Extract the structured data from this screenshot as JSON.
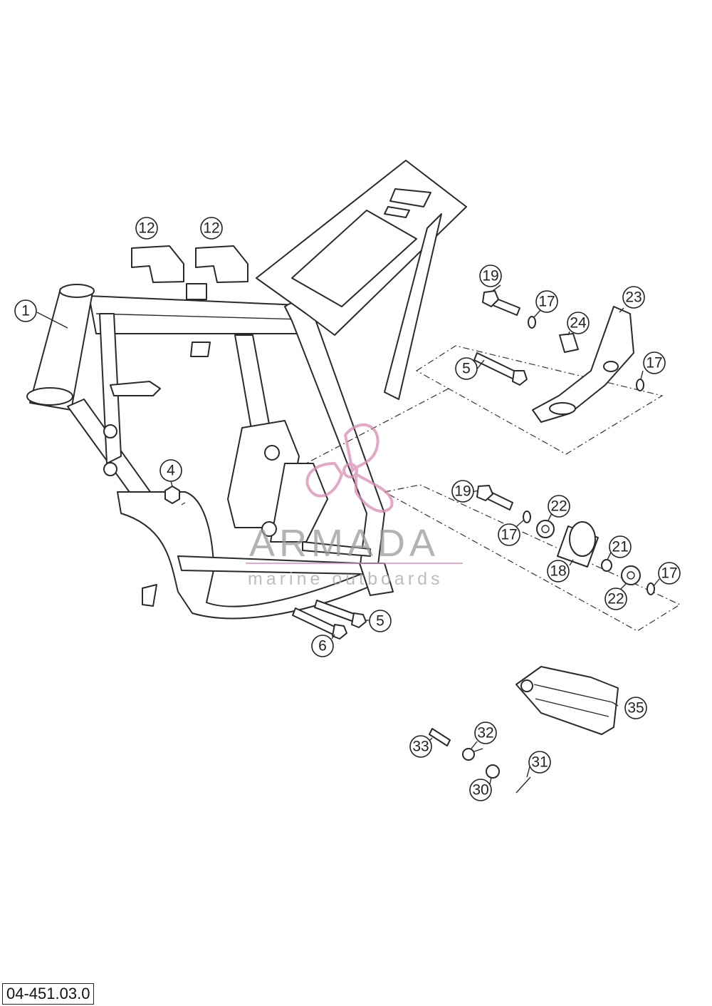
{
  "diagram": {
    "reference": "04-451.03.0",
    "callouts": [
      {
        "id": "c1",
        "label": "1"
      },
      {
        "id": "c4",
        "label": "4"
      },
      {
        "id": "c5a",
        "label": "5"
      },
      {
        "id": "c5b",
        "label": "5"
      },
      {
        "id": "c6",
        "label": "6"
      },
      {
        "id": "c12a",
        "label": "12"
      },
      {
        "id": "c12b",
        "label": "12"
      },
      {
        "id": "c17a",
        "label": "17"
      },
      {
        "id": "c17b",
        "label": "17"
      },
      {
        "id": "c17c",
        "label": "17"
      },
      {
        "id": "c17d",
        "label": "17"
      },
      {
        "id": "c18",
        "label": "18"
      },
      {
        "id": "c19a",
        "label": "19"
      },
      {
        "id": "c19b",
        "label": "19"
      },
      {
        "id": "c21",
        "label": "21"
      },
      {
        "id": "c22a",
        "label": "22"
      },
      {
        "id": "c22b",
        "label": "22"
      },
      {
        "id": "c23",
        "label": "23"
      },
      {
        "id": "c24",
        "label": "24"
      },
      {
        "id": "c30",
        "label": "30"
      },
      {
        "id": "c31",
        "label": "31"
      },
      {
        "id": "c32",
        "label": "32"
      },
      {
        "id": "c33",
        "label": "33"
      },
      {
        "id": "c35",
        "label": "35"
      }
    ],
    "watermark": {
      "brand": "ARMADA",
      "tagline": "marine outboards",
      "accent_color": "#d98bb3"
    }
  }
}
